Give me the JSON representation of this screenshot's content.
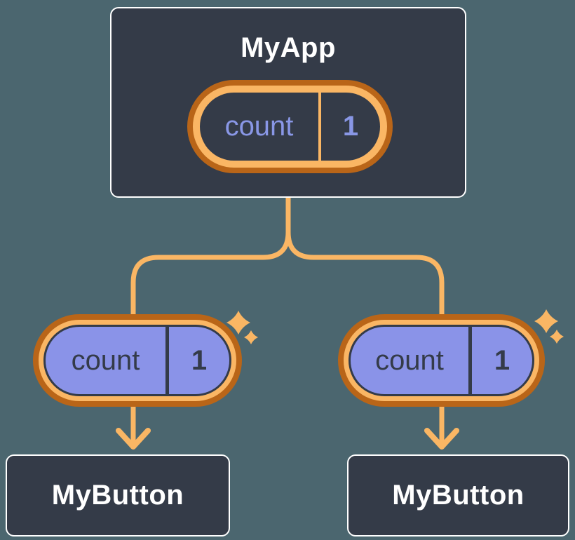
{
  "colors": {
    "background": "#4B666F",
    "panel": "#343B48",
    "panel_border": "#FFFFFF",
    "orange_dark": "#B96518",
    "orange_light": "#FAB664",
    "purple_fill": "#8A93E8",
    "periwinkle_text": "#8997E6",
    "ink": "#343B49",
    "title_text": "#FFFFFF"
  },
  "root_node": {
    "title": "MyApp",
    "pill": {
      "label": "count",
      "value": "1"
    }
  },
  "children": [
    {
      "pill": {
        "label": "count",
        "value": "1"
      },
      "node": {
        "title": "MyButton"
      }
    },
    {
      "pill": {
        "label": "count",
        "value": "1"
      },
      "node": {
        "title": "MyButton"
      }
    }
  ],
  "icons": {
    "sparkle": "four-point-star"
  }
}
